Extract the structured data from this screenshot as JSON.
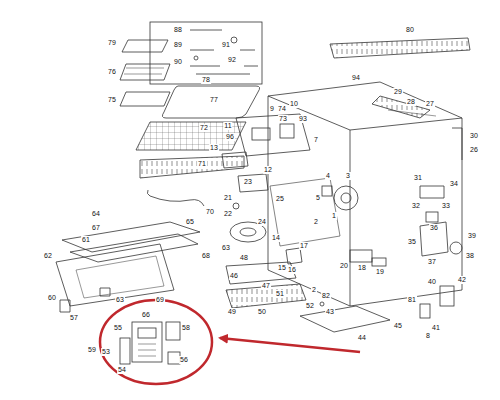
{
  "diagram": {
    "labels": [
      "88",
      "89",
      "91",
      "90",
      "92",
      "79",
      "76",
      "75",
      "78",
      "77",
      "72",
      "71",
      "70",
      "10",
      "74",
      "9",
      "93",
      "73",
      "11",
      "96",
      "7",
      "13",
      "12",
      "23",
      "21",
      "22",
      "24",
      "25",
      "5",
      "4",
      "3",
      "1",
      "2",
      "14",
      "63",
      "15",
      "16",
      "17",
      "20",
      "18",
      "19",
      "80",
      "94",
      "29",
      "28",
      "27",
      "30",
      "26",
      "31",
      "34",
      "32",
      "33",
      "36",
      "39",
      "35",
      "37",
      "38",
      "42",
      "81",
      "40",
      "41",
      "8",
      "82",
      "2",
      "43",
      "44",
      "45",
      "46",
      "48",
      "47",
      "51",
      "49",
      "50",
      "52",
      "64",
      "67",
      "65",
      "61",
      "62",
      "68",
      "63",
      "69",
      "60",
      "57",
      "59",
      "66",
      "55",
      "58",
      "54",
      "56",
      "53"
    ]
  }
}
